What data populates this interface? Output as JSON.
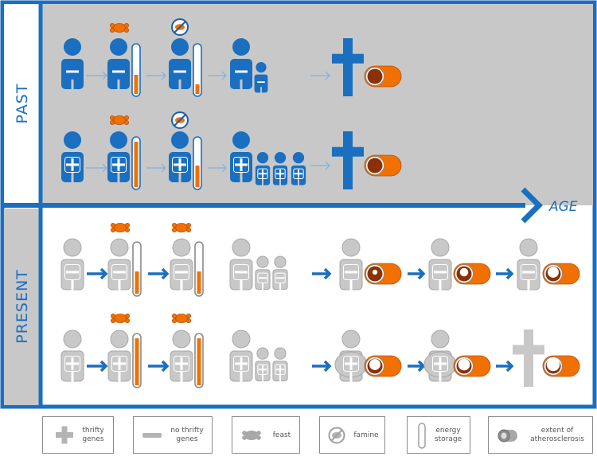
{
  "rows": {
    "past_label": "PAST",
    "present_label": "PRESENT",
    "age_label": "AGE"
  },
  "legend": {
    "thrifty": [
      "thrifty",
      "genes"
    ],
    "no_thrifty": [
      "no thrifty",
      "genes"
    ],
    "feast": "feast",
    "famine": "famine",
    "energy": [
      "energy",
      "storage"
    ],
    "athero": [
      "extent of",
      "atherosclerosis"
    ]
  },
  "colors": {
    "blue": "#1a6fc0",
    "grey_person": "#c8c8c8",
    "orange": "#f27000",
    "dark_brown": "#8b3000",
    "past_bg": "#c8c8c8",
    "frame": "#1a6fc0"
  },
  "icons": {
    "person": "person-icon",
    "cross": "grave-cross-icon",
    "artery": "artery-icon",
    "feast": "feast-icon",
    "famine": "famine-icon",
    "energy": "energy-storage-icon",
    "arrow": "arrow-icon"
  },
  "sequences": {
    "past_no_thrifty": {
      "energy_levels": [
        0.4,
        0.2
      ],
      "artery_occlusion": 1.0
    },
    "past_thrifty": {
      "energy_levels": [
        0.95,
        0.45
      ],
      "artery_occlusion": 1.0
    },
    "present_no_thrifty": {
      "energy_levels": [
        0.45,
        0.45
      ],
      "artery_occlusion": [
        0.75,
        0.5,
        0.3
      ]
    },
    "present_thrifty": {
      "energy_levels": [
        0.95,
        0.95
      ],
      "artery_occlusion": [
        0.3,
        0.25,
        0.15
      ]
    }
  }
}
